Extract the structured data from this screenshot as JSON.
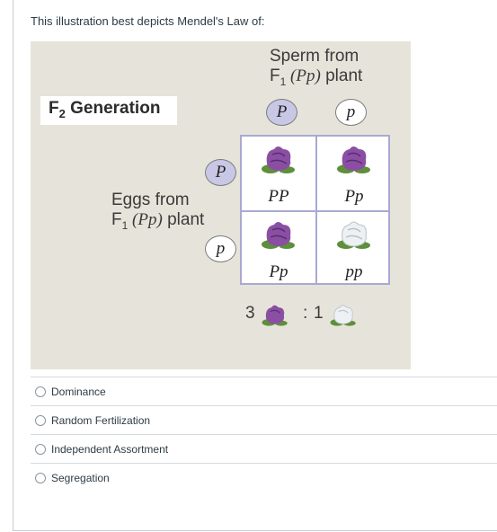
{
  "question": {
    "text": "This illustration best depicts Mendel's Law of:"
  },
  "figure": {
    "f2_label": "F",
    "f2_sub": "2",
    "f2_rest": " Generation",
    "sperm_line1": "Sperm from",
    "sperm_line2_pre": "F",
    "sperm_line2_sub": "1",
    "sperm_line2_geno": " (Pp)",
    "sperm_line2_post": " plant",
    "eggs_line1": "Eggs from",
    "eggs_line2_pre": "F",
    "eggs_line2_sub": "1",
    "eggs_line2_geno": " (Pp)",
    "eggs_line2_post": " plant",
    "sperm_alleles": [
      "P",
      "p"
    ],
    "egg_alleles": [
      "P",
      "p"
    ],
    "cells": [
      {
        "genotype": "PP",
        "flower": "purple"
      },
      {
        "genotype": "Pp",
        "flower": "purple"
      },
      {
        "genotype": "Pp",
        "flower": "purple"
      },
      {
        "genotype": "pp",
        "flower": "white"
      }
    ],
    "ratio_left": "3",
    "ratio_sep": ":",
    "ratio_right": "1",
    "colors": {
      "background": "#e6e4da",
      "purple_flower": "#8a4fa3",
      "white_flower": "#eef1f4",
      "leaf": "#5e8f3a",
      "dominant_allele_fill": "#c8c8e6"
    }
  },
  "options": [
    {
      "label": "Dominance"
    },
    {
      "label": "Random Fertilization"
    },
    {
      "label": "Independent Assortment"
    },
    {
      "label": "Segregation"
    }
  ]
}
